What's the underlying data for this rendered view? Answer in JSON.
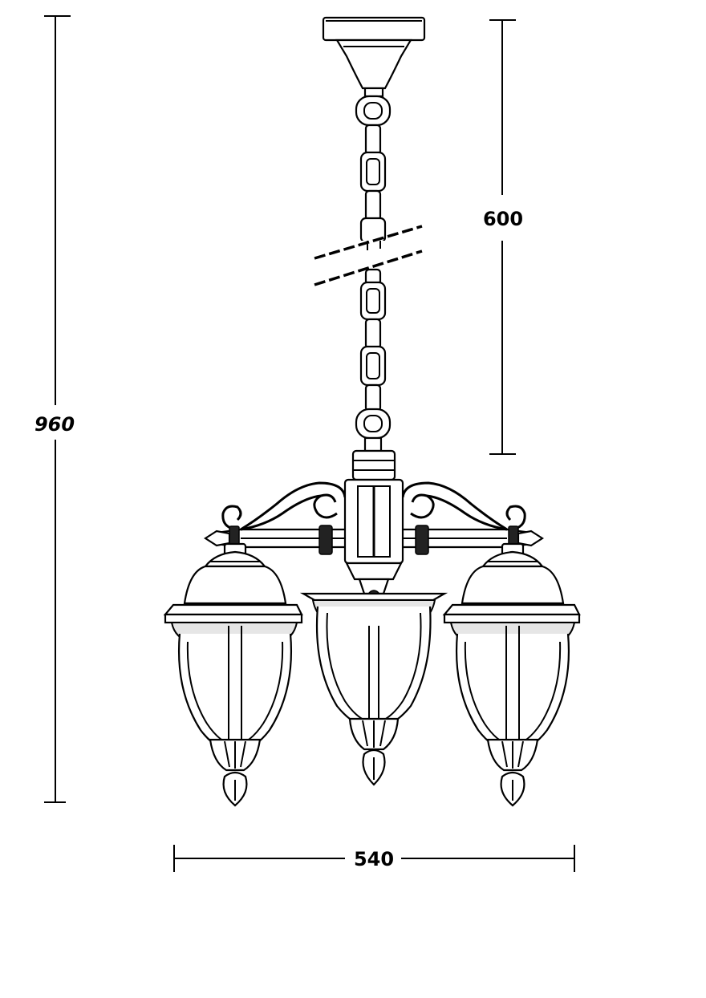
{
  "dimensions": {
    "total_height": "960",
    "chain_length": "600",
    "width": "540"
  }
}
